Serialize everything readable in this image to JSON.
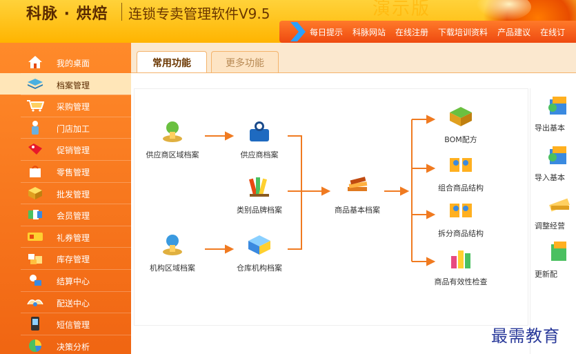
{
  "header": {
    "brand": "科脉 · 烘焙",
    "app_title": "连锁专卖管理软件V9.5",
    "demo_label": "演示版"
  },
  "topnav": {
    "items": [
      "每日提示",
      "科脉网站",
      "在线注册",
      "下载培训资料",
      "产品建议",
      "在线订"
    ]
  },
  "sidebar": {
    "items": [
      {
        "label": "我的桌面",
        "icon": "home-icon"
      },
      {
        "label": "档案管理",
        "icon": "folder-stack-icon",
        "active": true
      },
      {
        "label": "采购管理",
        "icon": "cart-icon"
      },
      {
        "label": "门店加工",
        "icon": "chef-icon"
      },
      {
        "label": "促销管理",
        "icon": "tag-icon"
      },
      {
        "label": "零售管理",
        "icon": "bag-icon"
      },
      {
        "label": "批发管理",
        "icon": "box-icon"
      },
      {
        "label": "会员管理",
        "icon": "members-icon"
      },
      {
        "label": "礼券管理",
        "icon": "ticket-icon"
      },
      {
        "label": "库存管理",
        "icon": "inventory-icon"
      },
      {
        "label": "结算中心",
        "icon": "settlement-icon"
      },
      {
        "label": "配送中心",
        "icon": "delivery-icon"
      },
      {
        "label": "短信管理",
        "icon": "sms-icon"
      },
      {
        "label": "决策分析",
        "icon": "pie-chart-icon"
      }
    ]
  },
  "tabs": [
    {
      "label": "常用功能",
      "active": true
    },
    {
      "label": "更多功能",
      "active": false
    }
  ],
  "flow": {
    "supplier_region": "供应商区域档案",
    "supplier": "供应商档案",
    "category_brand": "类别品牌档案",
    "org_region": "机构区域档案",
    "warehouse_org": "仓库机构档案",
    "product_base": "商品基本档案",
    "bom": "BOM配方",
    "combo_structure": "组合商品结构",
    "split_structure": "拆分商品结构",
    "validity_check": "商品有效性检查"
  },
  "side_actions": [
    {
      "label": "导出基本",
      "icon": "export-icon"
    },
    {
      "label": "导入基本",
      "icon": "import-icon"
    },
    {
      "label": "调整经营",
      "icon": "adjust-icon"
    },
    {
      "label": "更新配",
      "icon": "update-icon"
    }
  ],
  "colors": {
    "accent": "#f06512",
    "header": "#ffc21a",
    "arrow": "#f07a20",
    "watermark": "#2a3a9a"
  },
  "watermark": "最需教育"
}
